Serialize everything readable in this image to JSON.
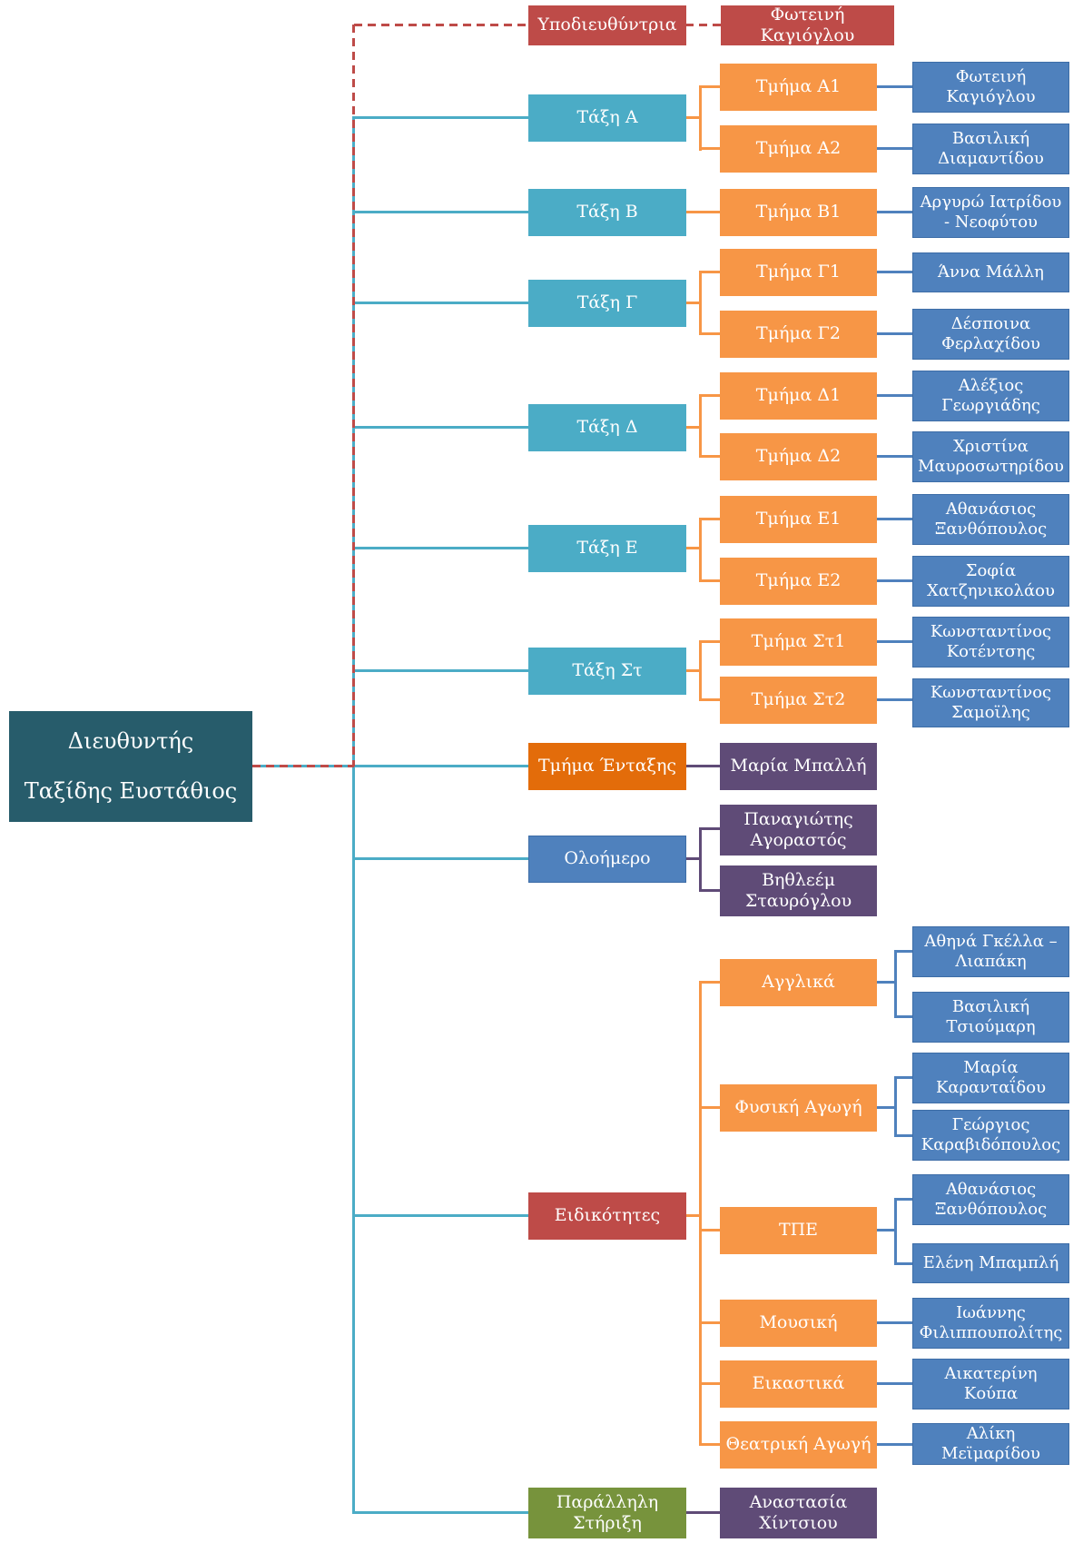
{
  "colors": {
    "teal": "#4BACC6",
    "teal_line": "#4BACC6",
    "orange": "#F79646",
    "blue": "#4F81BD",
    "red": "#BE4B48",
    "purple": "#5F4B77",
    "dark_orange": "#E36C0A",
    "green": "#77933C",
    "dark_teal": "#275C6B"
  },
  "director": {
    "title": "Διευθυντής",
    "name": "Ταξίδης Ευστάθιος"
  },
  "vice_principal": {
    "label": "Υποδιευθύντρια",
    "name": "Φωτεινή Καγιόγλου"
  },
  "classes": [
    {
      "label": "Τάξη Α",
      "sections": [
        {
          "label": "Τμήμα Α1",
          "teacher": "Φωτεινή Καγιόγλου"
        },
        {
          "label": "Τμήμα Α2",
          "teacher": "Βασιλική Διαμαντίδου"
        }
      ]
    },
    {
      "label": "Τάξη Β",
      "sections": [
        {
          "label": "Τμήμα Β1",
          "teacher": "Αργυρώ Ιατρίδου - Νεοφύτου"
        }
      ]
    },
    {
      "label": "Τάξη Γ",
      "sections": [
        {
          "label": "Τμήμα Γ1",
          "teacher": "Άννα Μάλλη"
        },
        {
          "label": "Τμήμα Γ2",
          "teacher": "Δέσποινα Φερλαχίδου"
        }
      ]
    },
    {
      "label": "Τάξη Δ",
      "sections": [
        {
          "label": "Τμήμα Δ1",
          "teacher": "Αλέξιος Γεωργιάδης"
        },
        {
          "label": "Τμήμα Δ2",
          "teacher": "Χριστίνα Μαυροσωτηρίδου"
        }
      ]
    },
    {
      "label": "Τάξη Ε",
      "sections": [
        {
          "label": "Τμήμα Ε1",
          "teacher": "Αθανάσιος Ξανθόπουλος"
        },
        {
          "label": "Τμήμα Ε2",
          "teacher": "Σοφία Χατζηνικολάου"
        }
      ]
    },
    {
      "label": "Τάξη Στ",
      "sections": [
        {
          "label": "Τμήμα Στ1",
          "teacher": "Κωνσταντίνος Κοτέντσης"
        },
        {
          "label": "Τμήμα Στ2",
          "teacher": "Κωνσταντίνος Σαμοϊλης"
        }
      ]
    }
  ],
  "integration": {
    "label": "Τμήμα Ένταξης",
    "teacher": "Μαρία Μπαλλή"
  },
  "all_day": {
    "label": "Ολοήμερο",
    "teachers": [
      "Παναγιώτης Αγοραστός",
      "Βηθλεέμ Σταυρόγλου"
    ]
  },
  "specialties": {
    "label": "Ειδικότητες",
    "subjects": [
      {
        "label": "Αγγλικά",
        "teachers": [
          "Αθηνά Γκέλλα – Λιαπάκη",
          "Βασιλική Τσιούμαρη"
        ]
      },
      {
        "label": "Φυσική Αγωγή",
        "teachers": [
          "Μαρία Καρανταΐδου",
          "Γεώργιος Καραβιδόπουλος"
        ]
      },
      {
        "label": "ΤΠΕ",
        "teachers": [
          "Αθανάσιος Ξανθόπουλος",
          "Ελένη Μπαμπλή"
        ]
      },
      {
        "label": "Μουσική",
        "teachers": [
          "Ιωάννης Φιλιππουπολίτης"
        ]
      },
      {
        "label": "Εικαστικά",
        "teachers": [
          "Αικατερίνη Κούπα"
        ]
      },
      {
        "label": "Θεατρική Αγωγή",
        "teachers": [
          "Αλίκη Μεϊμαρίδου"
        ]
      }
    ]
  },
  "parallel_support": {
    "label": "Παράλληλη Στήριξη",
    "teacher": "Αναστασία Χίντσιου"
  }
}
